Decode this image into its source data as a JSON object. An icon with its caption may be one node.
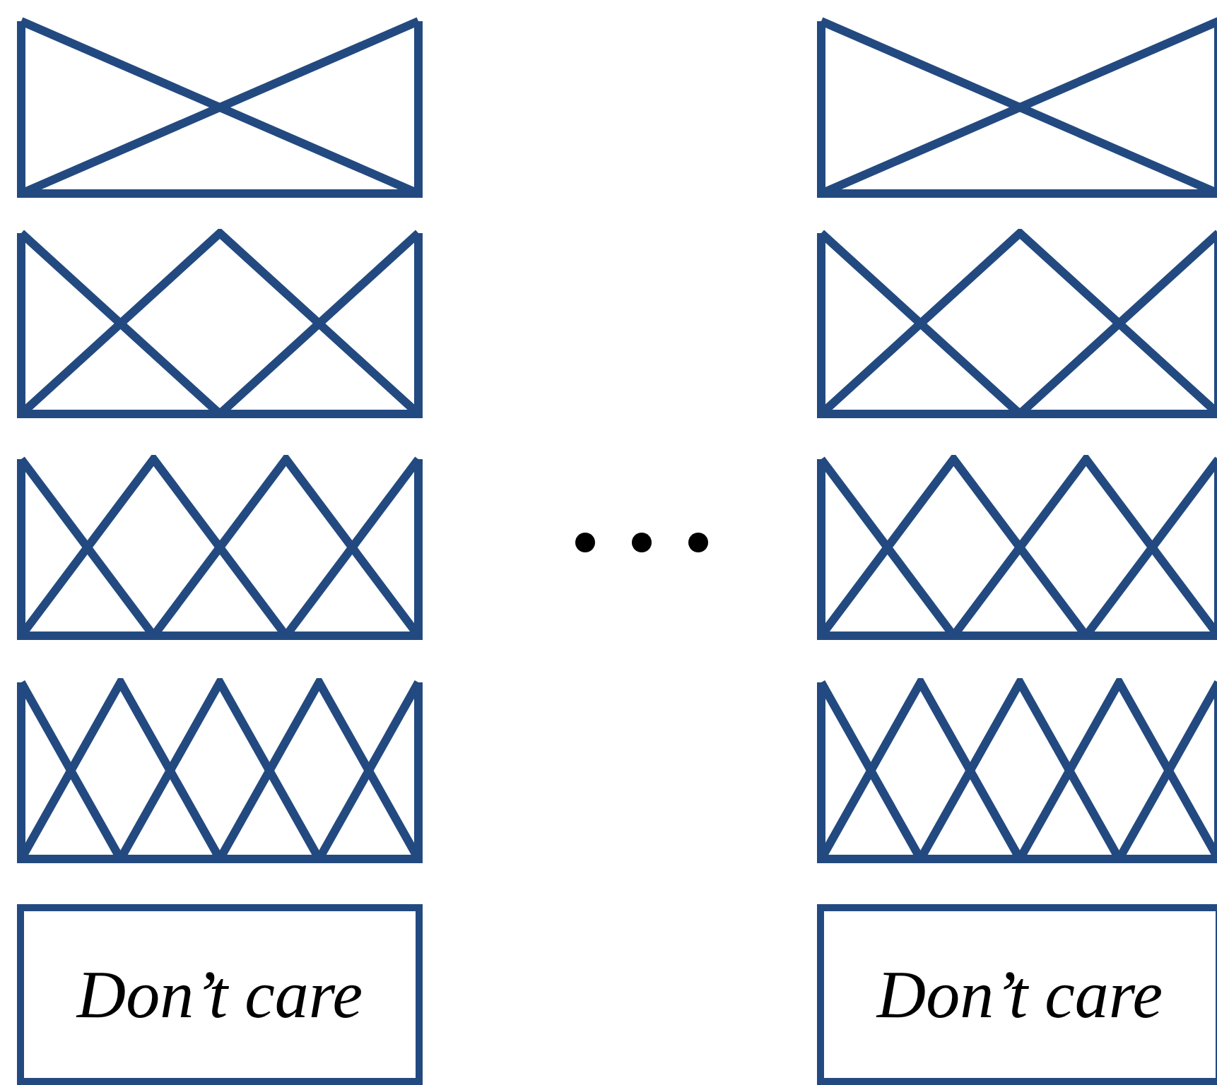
{
  "diagram": {
    "nodes": [
      {
        "text": [],
        "shape": "box"
      },
      {
        "text": [],
        "shape": "box"
      },
      {
        "text": [],
        "shape": "box"
      },
      {
        "text": [],
        "shape": "box"
      },
      {
        "text": [],
        "shape": "box"
      },
      {
        "text": [],
        "shape": "box"
      },
      {
        "text": [],
        "shape": "box"
      },
      {
        "text": [],
        "shape": "box"
      },
      {
        "text": [
          "Don’t care"
        ]
      },
      {
        "text": [
          "Don’t care"
        ]
      }
    ]
  }
}
